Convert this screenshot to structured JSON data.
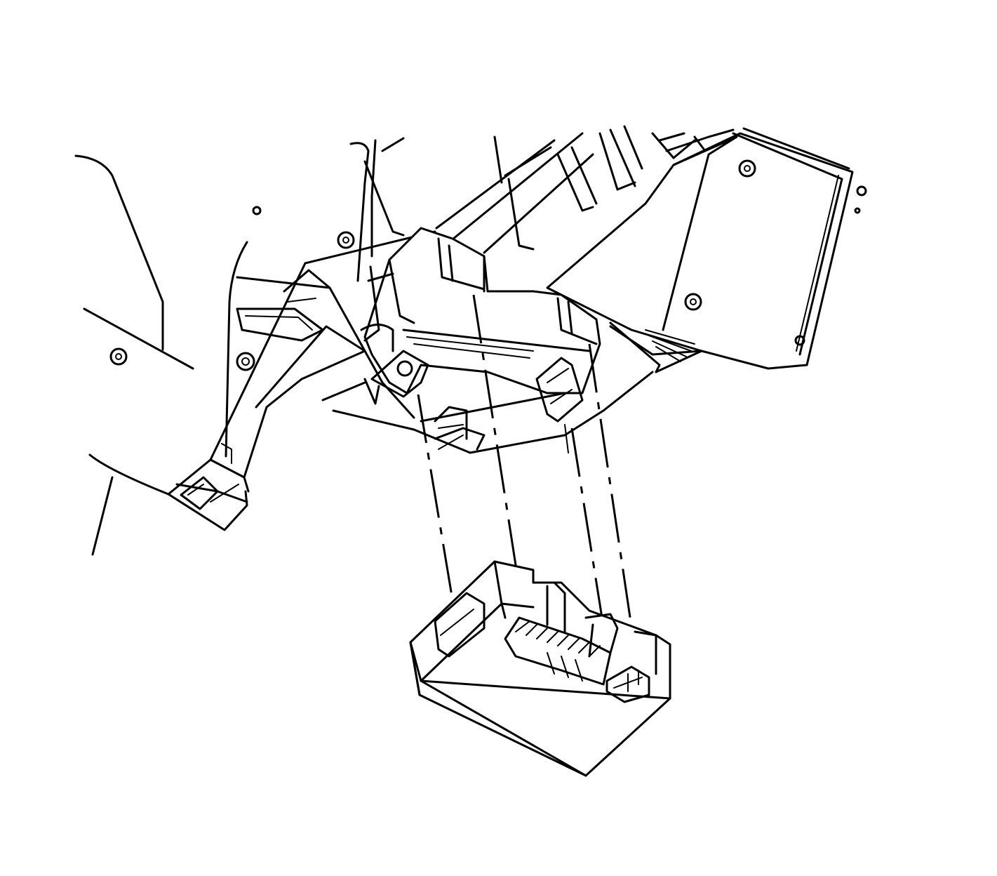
{
  "diagram": {
    "kind": "exploded-view line drawing",
    "stroke_color": "#000000",
    "background_color": "#ffffff",
    "parts": [
      {
        "id": "vehicle-body-panel",
        "label": ""
      },
      {
        "id": "instrument-panel-support-bracket",
        "label": ""
      },
      {
        "id": "mounting-plate",
        "label": ""
      },
      {
        "id": "control-module",
        "label": ""
      }
    ],
    "callouts": []
  }
}
